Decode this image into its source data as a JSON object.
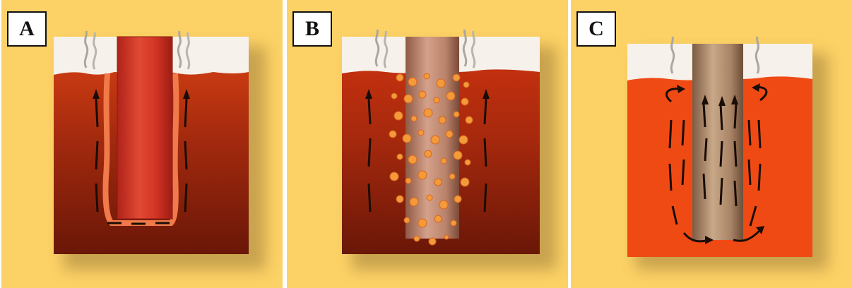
{
  "figure": {
    "panels": [
      {
        "id": "A",
        "label": "A",
        "rod": "red"
      },
      {
        "id": "B",
        "label": "B",
        "rod": "copper"
      },
      {
        "id": "C",
        "label": "C",
        "rod": "bronze"
      }
    ],
    "colors": {
      "background": "#fcd165",
      "melt_top_A": "#c83a12",
      "melt_bottom_A": "#6a1708",
      "melt_top_B": "#c2300f",
      "melt_bottom_B": "#6a1708",
      "melt_C": "#f04a14",
      "surface": "#f6f1ea",
      "rod_red": "#d03224",
      "rod_copper": "#b9826a",
      "rod_bronze": "#a98466",
      "bubble": "#f39a3a",
      "arrow": "#1a0d06"
    }
  }
}
